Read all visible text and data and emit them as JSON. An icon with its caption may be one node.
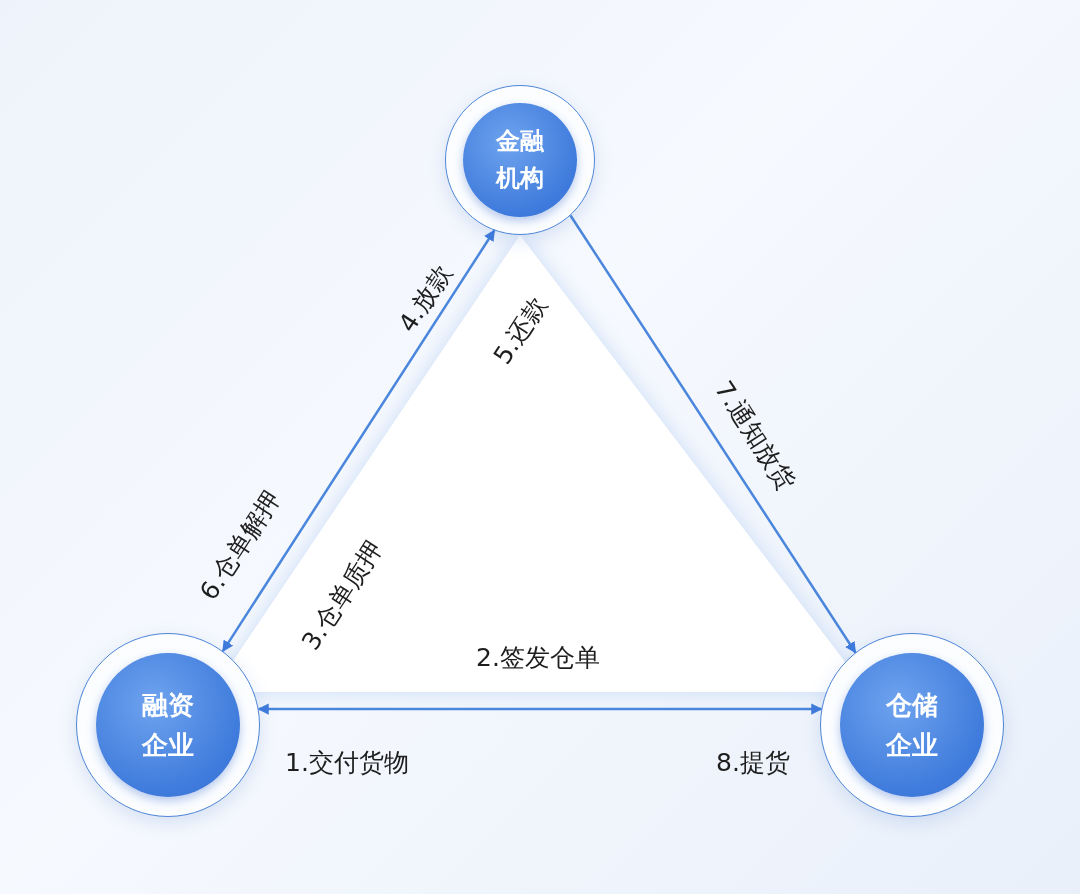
{
  "diagram": {
    "nodes": [
      {
        "text": [
          "金融机构"
        ]
      },
      {
        "text": [
          "融资企业"
        ]
      },
      {
        "text": [
          "仓储企业"
        ]
      }
    ],
    "edges": [
      {
        "from": 1,
        "to": 0,
        "arrow": "both"
      },
      {
        "from": 1,
        "to": 2,
        "arrow": "both"
      },
      {
        "from": 0,
        "to": 2,
        "arrow": "to",
        "label": "7.通知放货"
      }
    ],
    "labels": [
      "4.放款",
      "5.还款",
      "6.仓单解押",
      "3.仓单质押",
      "2.签发仓单",
      "1.交付货物",
      "8.提货"
    ]
  }
}
